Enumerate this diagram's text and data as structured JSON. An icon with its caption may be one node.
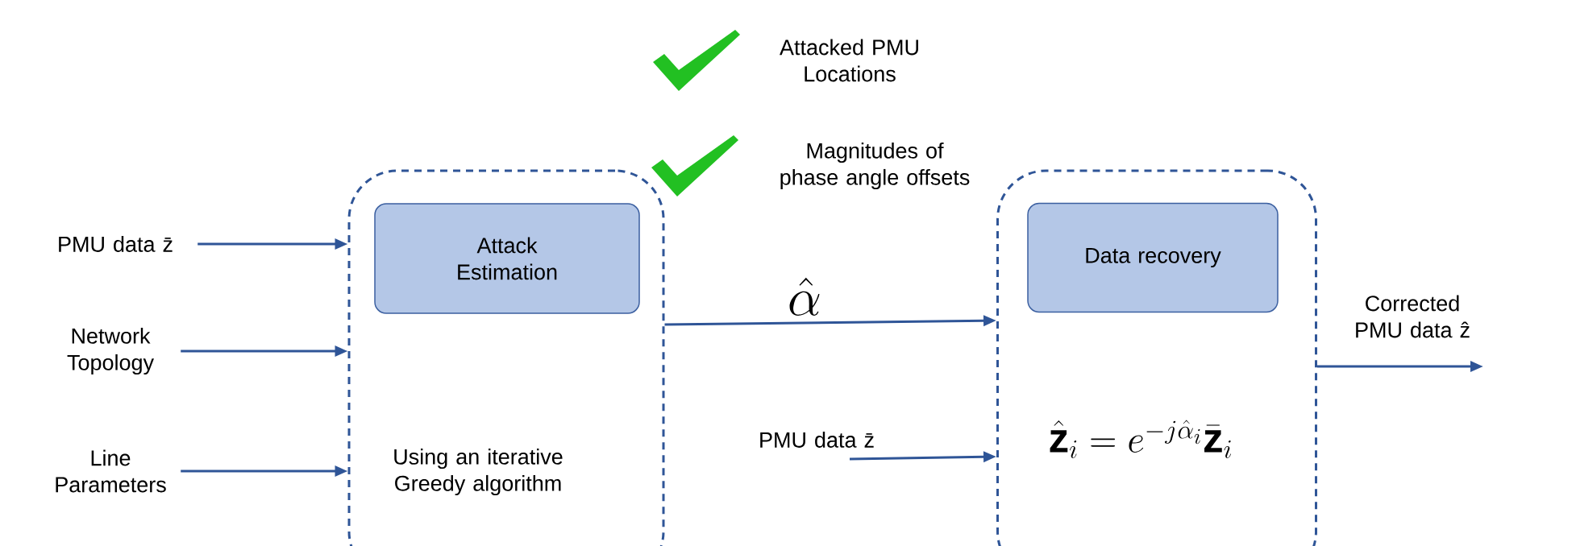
{
  "diagram": {
    "nodes": [
      {
        "text": [
          "Using an iterative Greedy algorithm"
        ]
      },
      {
        "text": [
          "Attack Estimation"
        ],
        "in": 0
      },
      {
        "text": [
          "\\hat{\\mathbf{z}}_i = e^{-j\\hat{\\alpha}_i}\\bar{\\mathbf{z}}_i"
        ]
      },
      {
        "text": [
          "Data recovery"
        ],
        "in": 2
      },
      {
        "text": [
          "PMU data z̄"
        ]
      },
      {
        "text": [
          "Network Topology"
        ]
      },
      {
        "text": [
          "Line Parameters"
        ]
      },
      {
        "text": [
          "PMU data z̄"
        ]
      }
    ],
    "edges": [
      {
        "from": 4,
        "to": 0,
        "arrow": "to"
      },
      {
        "from": 5,
        "to": 0,
        "arrow": "to"
      },
      {
        "from": 6,
        "to": 0,
        "arrow": "to"
      },
      {
        "from": 0,
        "to": 2,
        "arrow": "to",
        "label": "\\hat{\\alpha}"
      },
      {
        "from": 7,
        "to": 2,
        "arrow": "to"
      },
      {
        "from": 2,
        "to": null,
        "arrow": "to",
        "label": "Corrected PMU data ẑ"
      }
    ],
    "labels": [
      "Attacked PMU Locations",
      "Magnitudes of phase angle offsets"
    ]
  }
}
